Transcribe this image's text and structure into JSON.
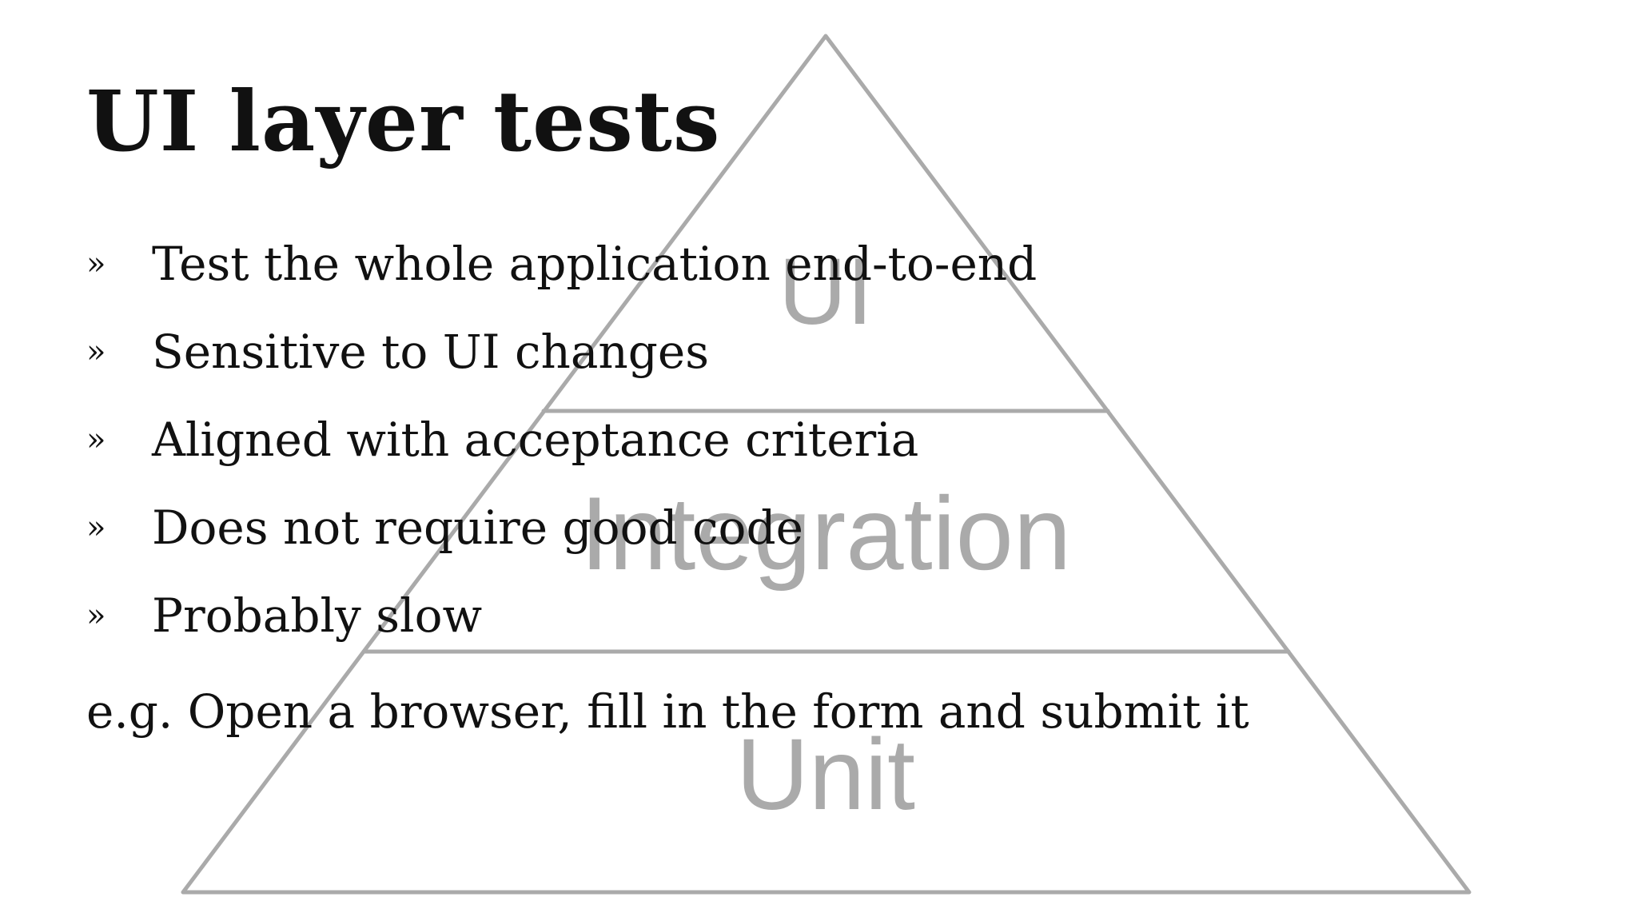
{
  "title": "UI layer tests",
  "bullet_marker": "»",
  "bullets": [
    "Test the whole application end-to-end",
    "Sensitive to UI changes",
    "Aligned with acceptance criteria",
    "Does not require good code",
    "Probably slow"
  ],
  "example": "e.g. Open a browser, fill in the form and submit it",
  "pyramid": {
    "layers": [
      "UI",
      "Integration",
      "Unit"
    ]
  },
  "colors": {
    "text": "#111111",
    "pyramid": "#aaaaaa",
    "background": "#ffffff"
  }
}
